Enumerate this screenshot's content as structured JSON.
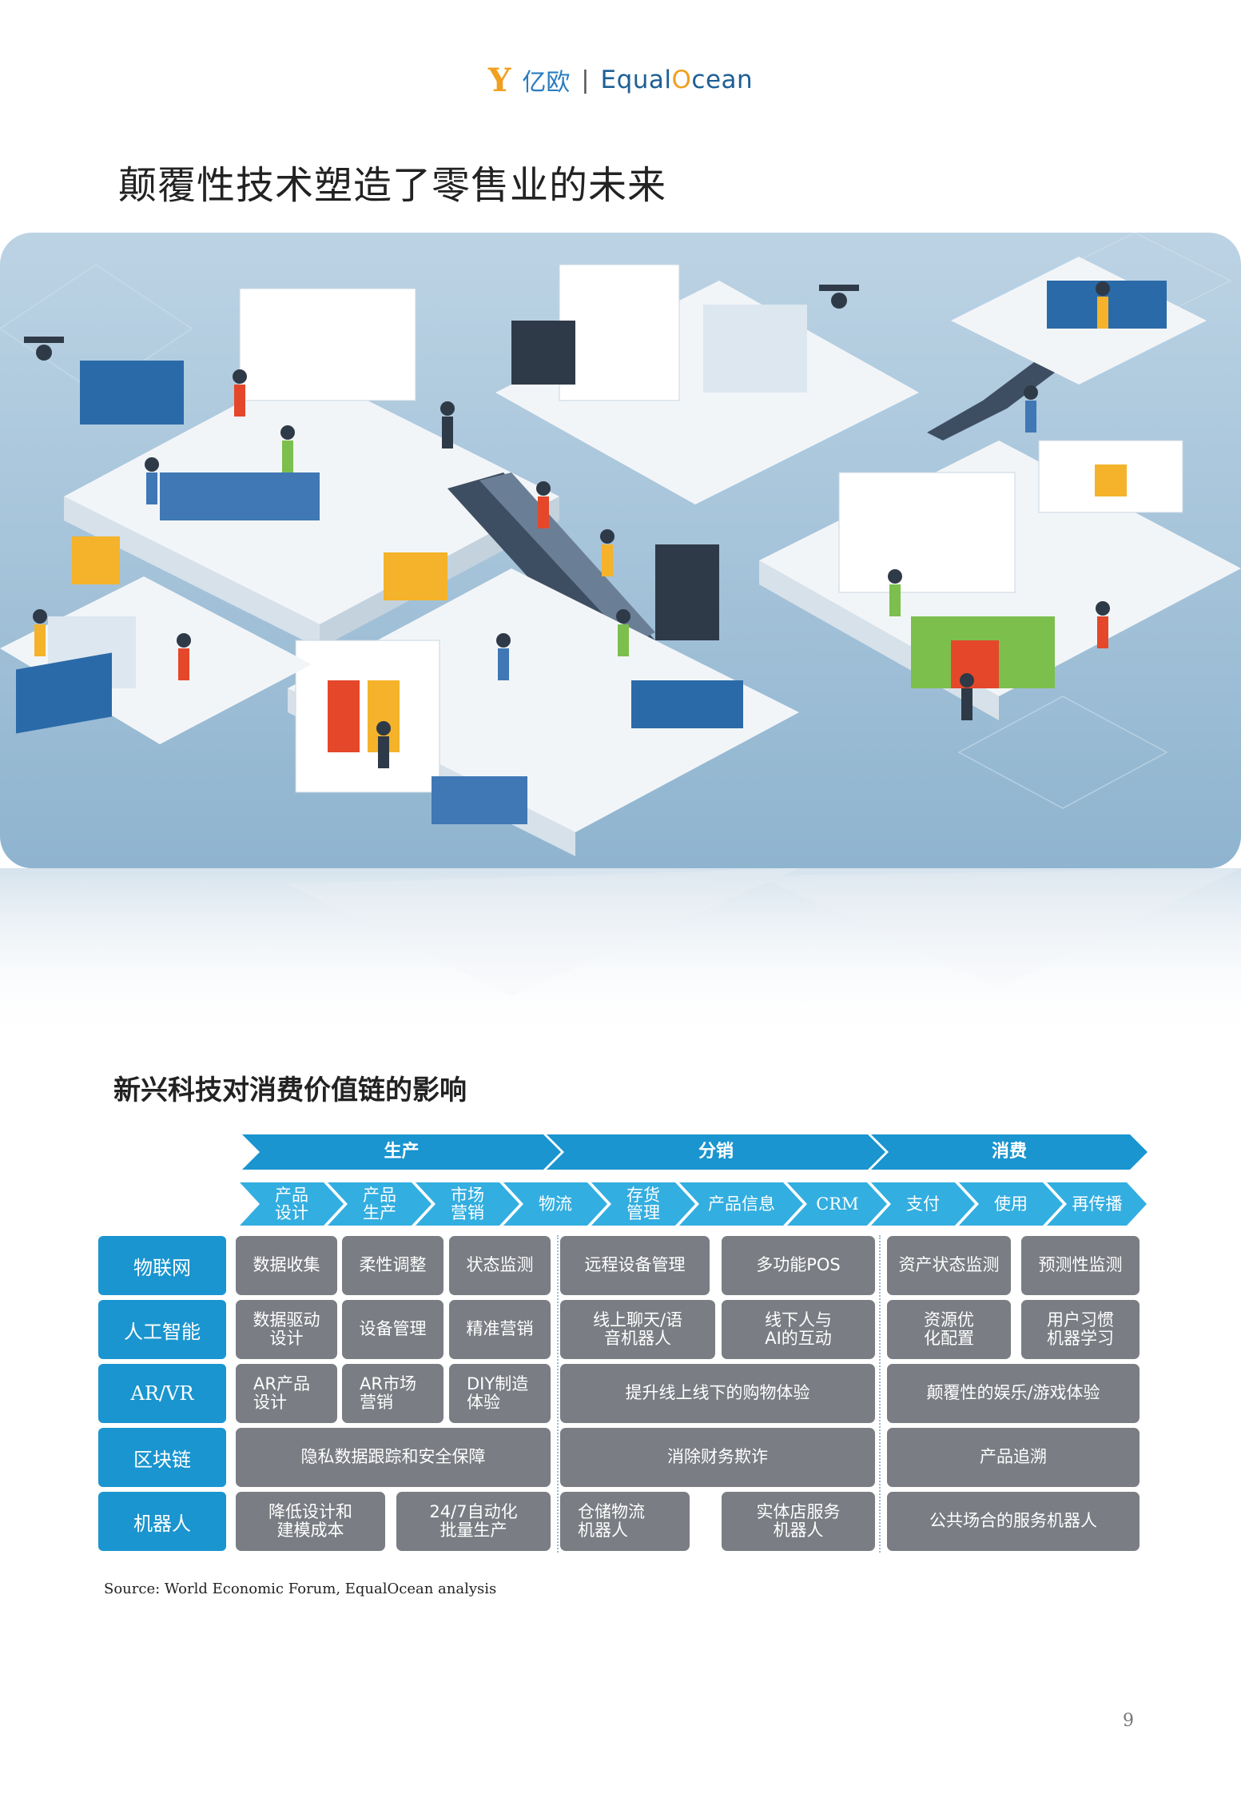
{
  "header": {
    "logo_cn": "亿欧",
    "logo_separator": "|",
    "logo_en_pre": "Equal",
    "logo_en_o": "O",
    "logo_en_post": "cean"
  },
  "page_title": "颠覆性技术塑造了零售业的未来",
  "section_title": "新兴科技对消费价值链的影响",
  "value_chain": {
    "stages": [
      "生产",
      "分销",
      "消费"
    ],
    "sub_stages": [
      "产品\n设计",
      "产品\n生产",
      "市场\n营销",
      "物流",
      "存货\n管理",
      "产品信息",
      "CRM",
      "支付",
      "使用",
      "再传播"
    ]
  },
  "matrix": {
    "row_heads": [
      "物联网",
      "人工智能",
      "AR/VR",
      "区块链",
      "机器人"
    ],
    "cells": {
      "iot": [
        "数据收集",
        "柔性调整",
        "状态监测",
        "远程设备管理",
        "多功能POS",
        "资产状态监测",
        "预测性监测"
      ],
      "ai": [
        "数据驱动\n设计",
        "设备管理",
        "精准营销",
        "线上聊天/语\n音机器人",
        "线下人与\nAI的互动",
        "资源优\n化配置",
        "用户习惯\n机器学习"
      ],
      "arvr": [
        "AR产品\n设计",
        "AR市场\n营销",
        "DIY制造\n体验",
        "提升线上线下的购物体验",
        "颠覆性的娱乐/游戏体验"
      ],
      "blockchain": [
        "隐私数据跟踪和安全保障",
        "消除财务欺诈",
        "产品追溯"
      ],
      "robot": [
        "降低设计和\n建模成本",
        "24/7自动化\n批量生产",
        "仓储物流\n机器人",
        "实体店服务\n机器人",
        "公共场合的服务机器人"
      ]
    }
  },
  "source": "Source: World Economic Forum, EqualOcean analysis",
  "page_number": "9",
  "colors": {
    "accent_blue": "#1a95cf",
    "cell_gray": "#7a7d83",
    "sub_chevron": "#33aee0"
  }
}
